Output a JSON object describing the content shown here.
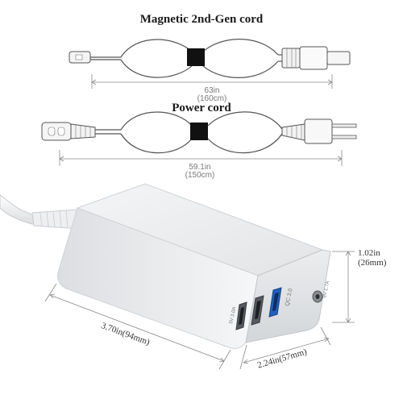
{
  "cord1": {
    "title": "Magnetic 2nd-Gen cord",
    "length_in": "63in",
    "length_cm": "(160cm)"
  },
  "cord2": {
    "title": "Power cord",
    "length_in": "59.1in",
    "length_cm": "(150cm)"
  },
  "device": {
    "height": "1.02in",
    "height_mm": "(26mm)",
    "length": "3.70in(94mm)",
    "width": "2.24in(57mm)",
    "port_labels": {
      "usb1": "5V 3.0A",
      "qc": "QC 3.0",
      "dc": "9V 1.7A"
    }
  }
}
